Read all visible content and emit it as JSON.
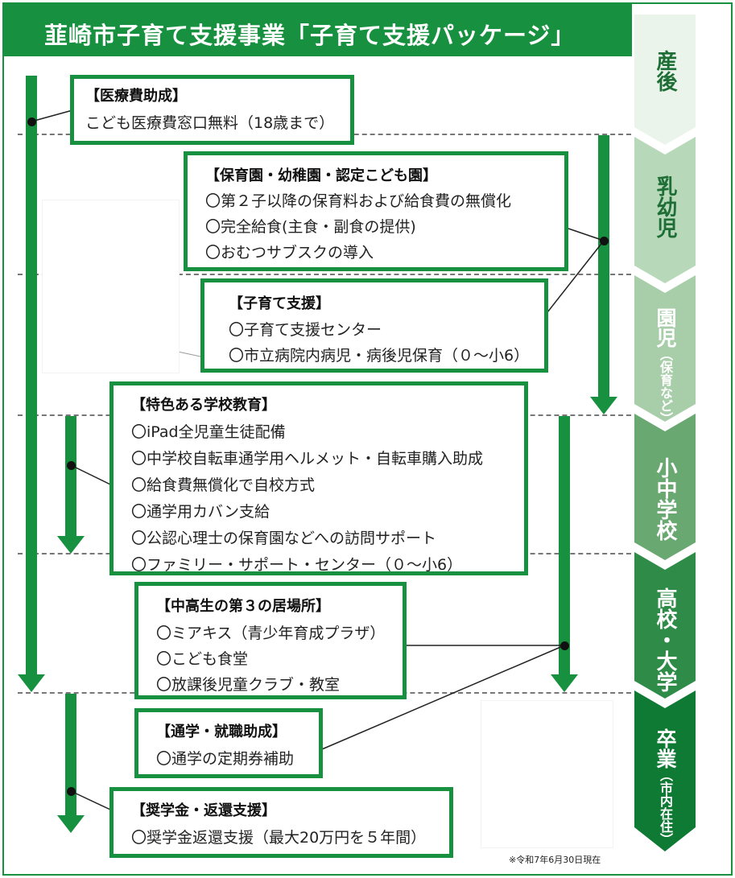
{
  "title": "韮崎市子育て支援事業「子育て支援パッケージ」",
  "stages": [
    {
      "label": "産後",
      "sub": ""
    },
    {
      "label": "乳幼児",
      "sub": ""
    },
    {
      "label": "園児",
      "sub": "（保育など）"
    },
    {
      "label": "小中学校",
      "sub": ""
    },
    {
      "label": "高校・大学",
      "sub": ""
    },
    {
      "label": "卒業",
      "sub": "（市内在住）"
    }
  ],
  "boxes": [
    {
      "title": "【医療費助成】",
      "items": [
        "こども医療費窓口無料（18歳まで）"
      ]
    },
    {
      "title": "【保育園・幼稚園・認定こども園】",
      "items": [
        "〇第２子以降の保育料および給食費の無償化",
        "〇完全給食(主食・副食の提供)",
        "〇おむつサブスクの導入"
      ]
    },
    {
      "title": "【子育て支援】",
      "items": [
        "〇子育て支援センター",
        "〇市立病院内病児・病後児保育（０～小6）"
      ]
    },
    {
      "title": "【特色ある学校教育】",
      "items": [
        "〇iPad全児童生徒配備",
        "〇中学校自転車通学用ヘルメット・自転車購入助成",
        "〇給食費無償化で自校方式",
        "〇通学用カバン支給",
        "〇公認心理士の保育園などへの訪問サポート",
        "〇ファミリー・サポート・センター（０～小6）"
      ]
    },
    {
      "title": "【中高生の第３の居場所】",
      "items": [
        "〇ミアキス（青少年育成プラザ）",
        "〇こども食堂",
        "〇放課後児童クラブ・教室"
      ]
    },
    {
      "title": "【通学・就職助成】",
      "items": [
        "〇通学の定期券補助"
      ]
    },
    {
      "title": "【奨学金・返還支援】",
      "items": [
        "〇奨学金返還支援（最大20万円を５年間）"
      ]
    }
  ],
  "note": "※令和7年6月30日現在",
  "colors": {
    "green": "#17913f",
    "green_dark": "#0f7a34",
    "stage_text": "#1e6e36"
  }
}
